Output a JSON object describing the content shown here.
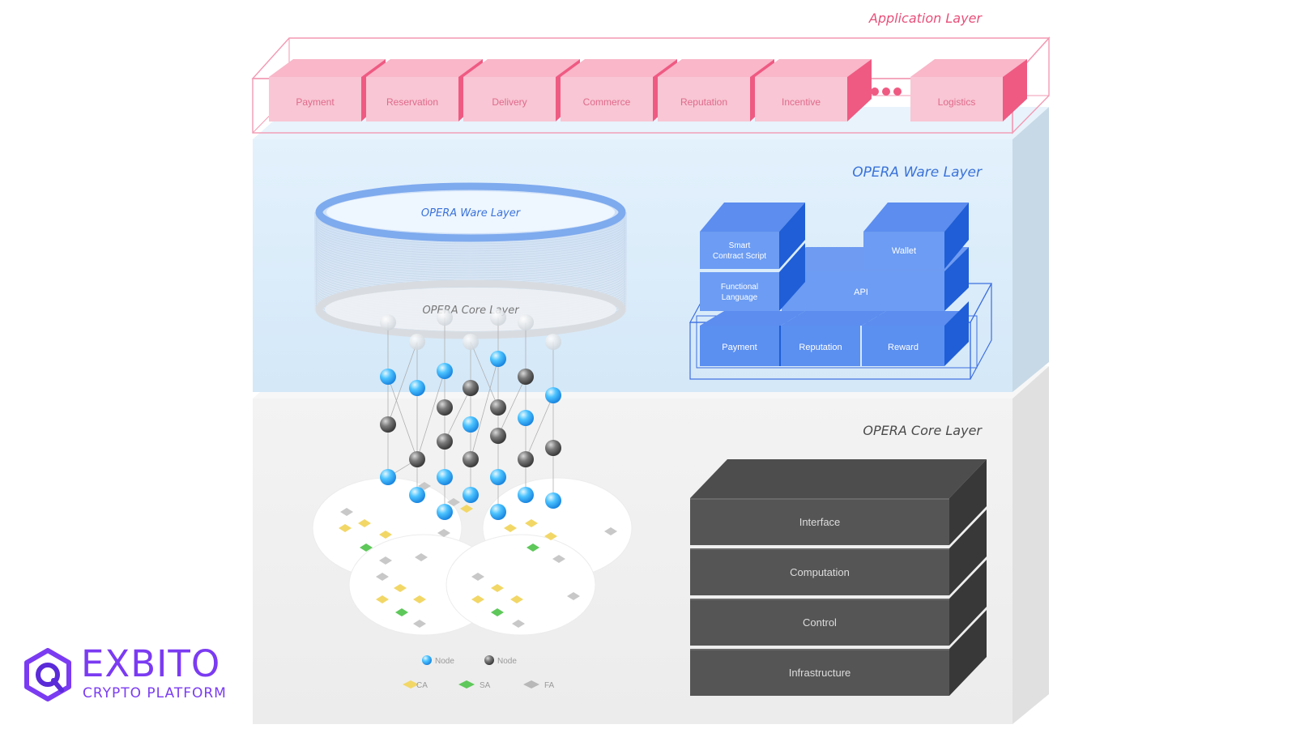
{
  "application_layer": {
    "title": "Application Layer",
    "modules": [
      "Payment",
      "Reservation",
      "Delivery",
      "Commerce",
      "Reputation",
      "Incentive",
      "Logistics"
    ]
  },
  "ware_layer": {
    "title": "OPERA Ware Layer",
    "cylinder_top": "OPERA Ware Layer",
    "cylinder_bottom": "OPERA Core Layer",
    "blocks": {
      "smart_contract": "Smart Contract Script",
      "wallet": "Wallet",
      "functional_language": "Functional Language",
      "api": "API",
      "payment": "Payment",
      "reputation": "Reputation",
      "reward": "Reward"
    }
  },
  "core_layer": {
    "title": "OPERA Core Layer",
    "stack": [
      "Interface",
      "Computation",
      "Control",
      "Infrastructure"
    ]
  },
  "legend": {
    "node_blue": "Node",
    "node_gray": "Node",
    "ca": "CA",
    "sa": "SA",
    "fa": "FA"
  },
  "logo": {
    "name": "EXBITO",
    "tagline": "CRYPTO PLATFORM"
  },
  "colors": {
    "app_pink": "#f7c3d1",
    "app_pink_dark": "#ef5a82",
    "app_title": "#e8507a",
    "ware_bg": "#dcecf9",
    "ware_block": "#5b8ff0",
    "ware_title": "#3b73d9",
    "core_bg": "#f0f0f0",
    "core_block": "#505050",
    "core_title": "#4a4a4a",
    "brand_purple": "#7b3bf2"
  }
}
